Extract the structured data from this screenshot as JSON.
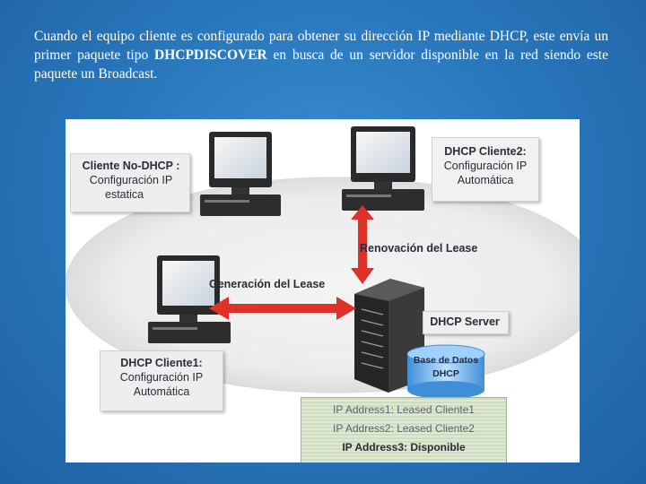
{
  "slide": {
    "text_before": "Cuando el equipo cliente es configurado para obtener su dirección IP mediante DHCP, este envía un primer paquete tipo ",
    "text_bold": "DHCPDISCOVER",
    "text_after": " en busca de un servidor disponible en la red siendo este paquete un Broadcast."
  },
  "diagram": {
    "no_dhcp": {
      "title": "Cliente No-DHCP :",
      "line1": "Configuración IP",
      "line2": "estatica"
    },
    "cliente2": {
      "title": "DHCP Cliente2:",
      "line1": "Configuración IP",
      "line2": "Automática"
    },
    "cliente1": {
      "title": "DHCP Cliente1:",
      "line1": "Configuración IP",
      "line2": "Automática"
    },
    "renovacion": "Renovación del Lease",
    "generacion": "Generación del Lease",
    "server": "DHCP Server",
    "database": {
      "line1": "Base de Datos",
      "line2": "DHCP"
    },
    "ip_list": [
      "IP Address1: Leased Cliente1",
      "IP Address2: Leased Cliente2",
      "IP Address3: Disponible"
    ]
  },
  "colors": {
    "background": "#2a78bd",
    "arrow": "#e0302a",
    "text": "#ffffff"
  }
}
